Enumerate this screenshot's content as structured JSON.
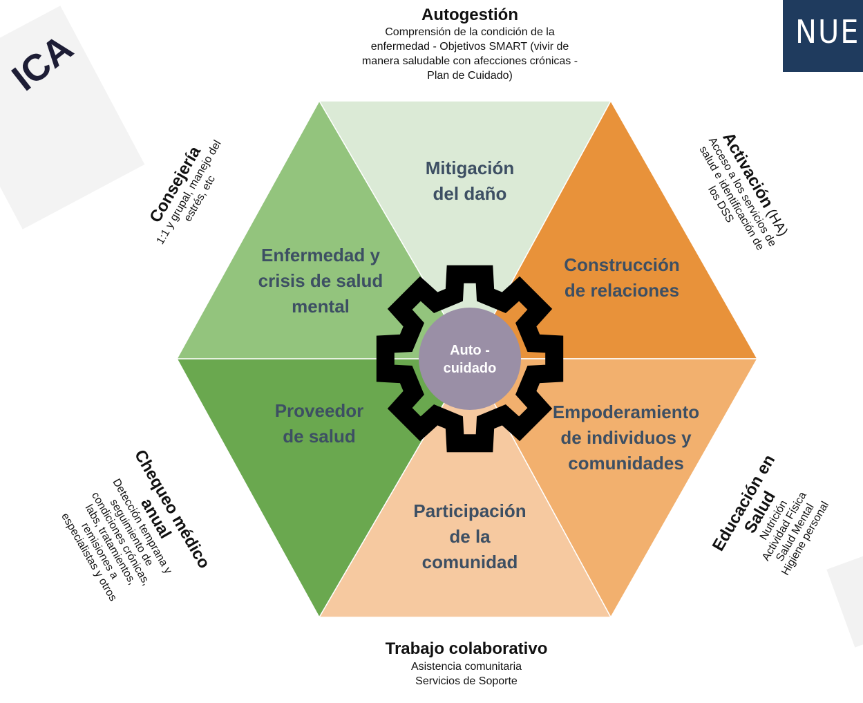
{
  "watermark": {
    "text": "ICA"
  },
  "badge": {
    "text": "NUE"
  },
  "top": {
    "title": "Autogestión",
    "lines": [
      "Comprensión de la condición de la",
      "enfermedad - Objetivos SMART (vivir de",
      "manera saludable con afecciones crónicas -",
      "Plan de Cuidado)"
    ]
  },
  "bottom": {
    "title": "Trabajo colaborativo",
    "lines": [
      "Asistencia comunitaria",
      "Servicios de Soporte"
    ]
  },
  "upper_left": {
    "title": "Consejería",
    "lines": [
      "1:1 y grupal, manejo del",
      "estrés, etc"
    ]
  },
  "upper_right": {
    "title": "Activación",
    "title_suffix": " (HA)",
    "lines": [
      "Acceso a los servicios de",
      "salud e identificación de",
      "los DSS"
    ]
  },
  "lower_left": {
    "title_lines": [
      "Chequeo médico",
      "anual"
    ],
    "lines": [
      "Detección temprana y",
      "seguimiento de",
      "condiciones crónicas,",
      "labs, tratamientos,",
      "remisiones a",
      "especialistas y otros"
    ]
  },
  "lower_right": {
    "title_lines": [
      "Educación en",
      "Salud"
    ],
    "lines": [
      "Nutrición",
      "Actividad Física",
      "Salud Mental",
      "Higiene personal"
    ]
  },
  "segments": [
    {
      "id": "top",
      "lines": [
        "Mitigación",
        "del daño"
      ],
      "color": "#dbead6",
      "text_color": "#3d4f63"
    },
    {
      "id": "upper-right",
      "lines": [
        "Construcción",
        "de relaciones"
      ],
      "color": "#e8923a",
      "text_color": "#3d4f63"
    },
    {
      "id": "lower-right",
      "lines": [
        "Empoderamiento",
        "de individuos y",
        "comunidades"
      ],
      "color": "#f2b06e",
      "text_color": "#3d4f63"
    },
    {
      "id": "bottom",
      "lines": [
        "Participación",
        "de la",
        "comunidad"
      ],
      "color": "#f6c9a0",
      "text_color": "#3d4f63"
    },
    {
      "id": "lower-left",
      "lines": [
        "Proveedor",
        "de salud"
      ],
      "color": "#6aa84f",
      "text_color": "#3d4f63"
    },
    {
      "id": "upper-left",
      "lines": [
        "Enfermedad y",
        "crisis de salud",
        "mental"
      ],
      "color": "#93c47d",
      "text_color": "#3d4f63"
    }
  ],
  "center": {
    "lines": [
      "Auto -",
      "cuidado"
    ],
    "color": "#9a8fa6",
    "text_color": "#ffffff"
  },
  "gear_color": "#000000"
}
